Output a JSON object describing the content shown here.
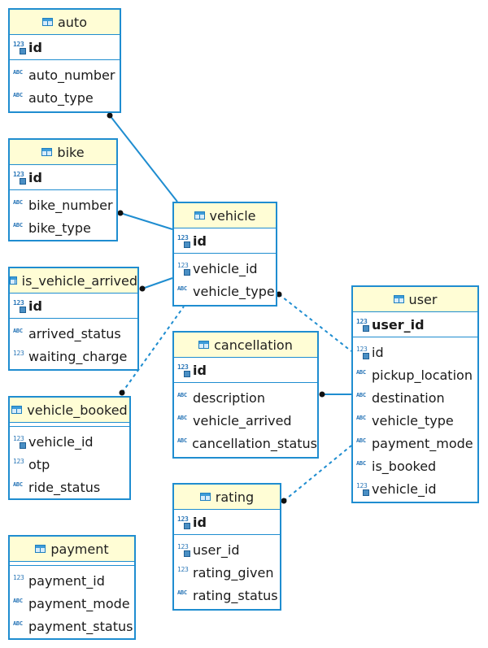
{
  "entities": {
    "auto": {
      "title": "auto",
      "pk": [
        {
          "name": "id",
          "type": "123-key"
        }
      ],
      "cols": [
        {
          "name": "auto_number",
          "type": "ABC"
        },
        {
          "name": "auto_type",
          "type": "ABC"
        }
      ]
    },
    "bike": {
      "title": "bike",
      "pk": [
        {
          "name": "id",
          "type": "123-key"
        }
      ],
      "cols": [
        {
          "name": "bike_number",
          "type": "ABC"
        },
        {
          "name": "bike_type",
          "type": "ABC"
        }
      ]
    },
    "vehicle": {
      "title": "vehicle",
      "pk": [
        {
          "name": "id",
          "type": "123-key"
        }
      ],
      "cols": [
        {
          "name": "vehicle_id",
          "type": "123-fk"
        },
        {
          "name": "vehicle_type",
          "type": "ABC"
        }
      ]
    },
    "is_vehicle_arrived": {
      "title": "is_vehicle_arrived",
      "pk": [
        {
          "name": "id",
          "type": "123-key"
        }
      ],
      "cols": [
        {
          "name": "arrived_status",
          "type": "ABC"
        },
        {
          "name": "waiting_charge",
          "type": "123"
        }
      ]
    },
    "vehicle_booked": {
      "title": "vehicle_booked",
      "pk": [],
      "cols": [
        {
          "name": "vehicle_id",
          "type": "123-fk"
        },
        {
          "name": "otp",
          "type": "123"
        },
        {
          "name": "ride_status",
          "type": "ABC"
        }
      ]
    },
    "cancellation": {
      "title": "cancellation",
      "pk": [
        {
          "name": "id",
          "type": "123-key"
        }
      ],
      "cols": [
        {
          "name": "description",
          "type": "ABC"
        },
        {
          "name": "vehicle_arrived",
          "type": "ABC"
        },
        {
          "name": "cancellation_status",
          "type": "ABC"
        }
      ]
    },
    "user": {
      "title": "user",
      "pk": [
        {
          "name": "user_id",
          "type": "123-key"
        }
      ],
      "cols": [
        {
          "name": "id",
          "type": "123-key"
        },
        {
          "name": "pickup_location",
          "type": "ABC"
        },
        {
          "name": "destination",
          "type": "ABC"
        },
        {
          "name": "vehicle_type",
          "type": "ABC"
        },
        {
          "name": "payment_mode",
          "type": "ABC"
        },
        {
          "name": "is_booked",
          "type": "ABC"
        },
        {
          "name": "vehicle_id",
          "type": "123-key"
        }
      ]
    },
    "rating": {
      "title": "rating",
      "pk": [
        {
          "name": "id",
          "type": "123-key"
        }
      ],
      "cols": [
        {
          "name": "user_id",
          "type": "123-fk"
        },
        {
          "name": "rating_given",
          "type": "123"
        },
        {
          "name": "rating_status",
          "type": "ABC"
        }
      ]
    },
    "payment": {
      "title": "payment",
      "pk": [],
      "cols": [
        {
          "name": "payment_id",
          "type": "123"
        },
        {
          "name": "payment_mode",
          "type": "ABC"
        },
        {
          "name": "payment_status",
          "type": "ABC"
        }
      ]
    }
  },
  "relationships": [
    {
      "from": "auto",
      "to": "vehicle",
      "style": "solid"
    },
    {
      "from": "bike",
      "to": "vehicle",
      "style": "solid"
    },
    {
      "from": "is_vehicle_arrived",
      "to": "vehicle",
      "style": "solid"
    },
    {
      "from": "vehicle_booked",
      "to": "vehicle",
      "style": "dashed"
    },
    {
      "from": "vehicle",
      "to": "user",
      "style": "dashed"
    },
    {
      "from": "cancellation",
      "to": "user",
      "style": "solid"
    },
    {
      "from": "rating",
      "to": "user",
      "style": "dashed"
    }
  ],
  "colors": {
    "border": "#1f8dd0",
    "header_bg": "#fffdd5",
    "line": "#1f8dd0"
  }
}
